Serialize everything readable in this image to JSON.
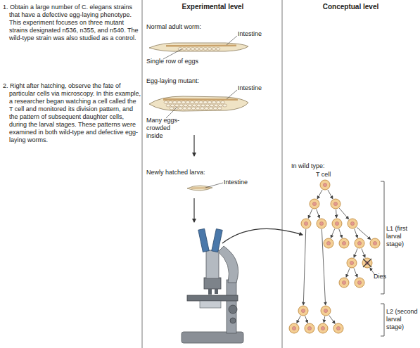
{
  "diagram": {
    "labels": [
      "Experimental level",
      "Conceptual level",
      "1. Obtain a large number of C. elegans strains that have a defective egg-laying phenotype. This experiment focuses on three mutant strains designated n536, n355, and n540. The wild-type strain was also studied as a control.",
      "2. Right after hatching, observe the fate of particular cells via microscopy. In this example, a researcher began watching a cell called the T cell and monitored its division pattern, and the pattern of subsequent daughter cells, during the larval stages. These patterns were examined in both wild-type and defective egg-laying worms.",
      "Normal adult worm:",
      "Intestine",
      "Single row of eggs",
      "Egg-laying mutant:",
      "Intestine",
      "Many eggs- crowded inside",
      "Newly hatched larva:",
      "Intestine",
      "In wild type:",
      "T cell",
      "Dies",
      "L1 (first larval stage)",
      "L2 (second larval stage)"
    ]
  }
}
